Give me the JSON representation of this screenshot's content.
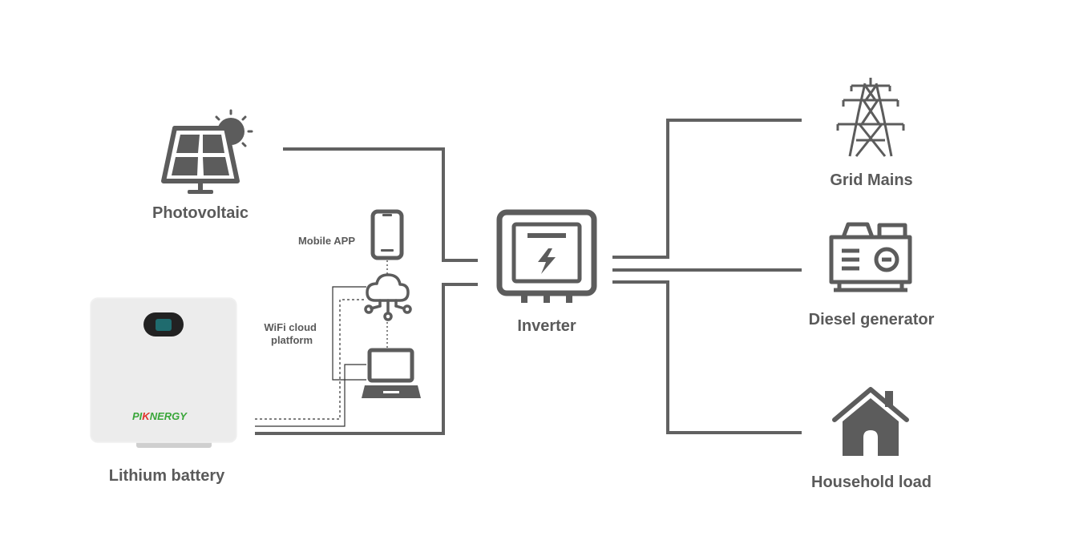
{
  "labels": {
    "photovoltaic": "Photovoltaic",
    "mobile_app": "Mobile APP",
    "wifi_cloud_line1": "WiFi cloud",
    "wifi_cloud_line2": "platform",
    "inverter": "Inverter",
    "lithium_battery": "Lithium battery",
    "grid_mains": "Grid Mains",
    "diesel_generator": "Diesel generator",
    "household_load": "Household load"
  },
  "battery_brand": {
    "part1": "PI",
    "part2": "K",
    "part3": "NERGY"
  },
  "colors": {
    "line": "#616161",
    "icon": "#5c5c5c",
    "label": "#5a5a5a",
    "brand_green": "#3aa63a",
    "brand_red": "#e0312b",
    "battery_body": "#ececec"
  }
}
